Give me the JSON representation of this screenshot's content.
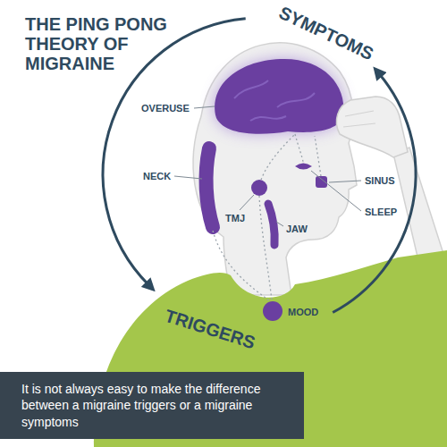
{
  "diagram": {
    "title": "THE PING PONG THEORY OF MIGRAINE",
    "caption": "It is not always easy to make the difference between a migraine triggers or a migraine symptoms",
    "labels": [
      "SYMPTOMS",
      "OVERUSE",
      "NECK",
      "SINUS",
      "TMJ",
      "SLEEP",
      "JAW",
      "TRIGGERS",
      "MOOD"
    ]
  }
}
